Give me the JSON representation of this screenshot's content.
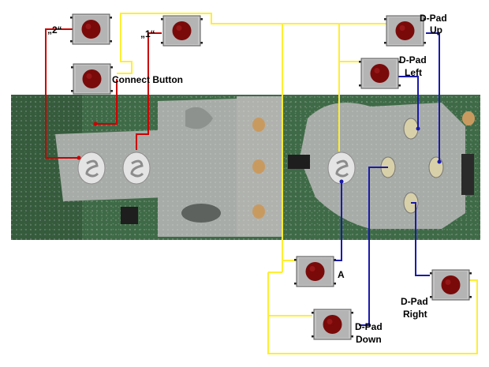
{
  "labels": {
    "button_2": "„2“",
    "button_1": "„1“",
    "connect_button": "Connect Button",
    "dpad_up_line1": "D-Pad",
    "dpad_up_line2": "Up",
    "dpad_left_line1": "D-Pad",
    "dpad_left_line2": "Left",
    "button_a": "A",
    "dpad_right_line1": "D-Pad",
    "dpad_right_line2": "Right",
    "dpad_down_line1": "D-Pad",
    "dpad_down_line2": "Down"
  },
  "colors": {
    "wire_red": "#cc0000",
    "wire_blue": "#1a1aaa",
    "wire_yellow": "#ffee33",
    "button_cap": "#7a0a0a",
    "board_green": "#3f6a47",
    "board_gray": "#a8aca8"
  }
}
